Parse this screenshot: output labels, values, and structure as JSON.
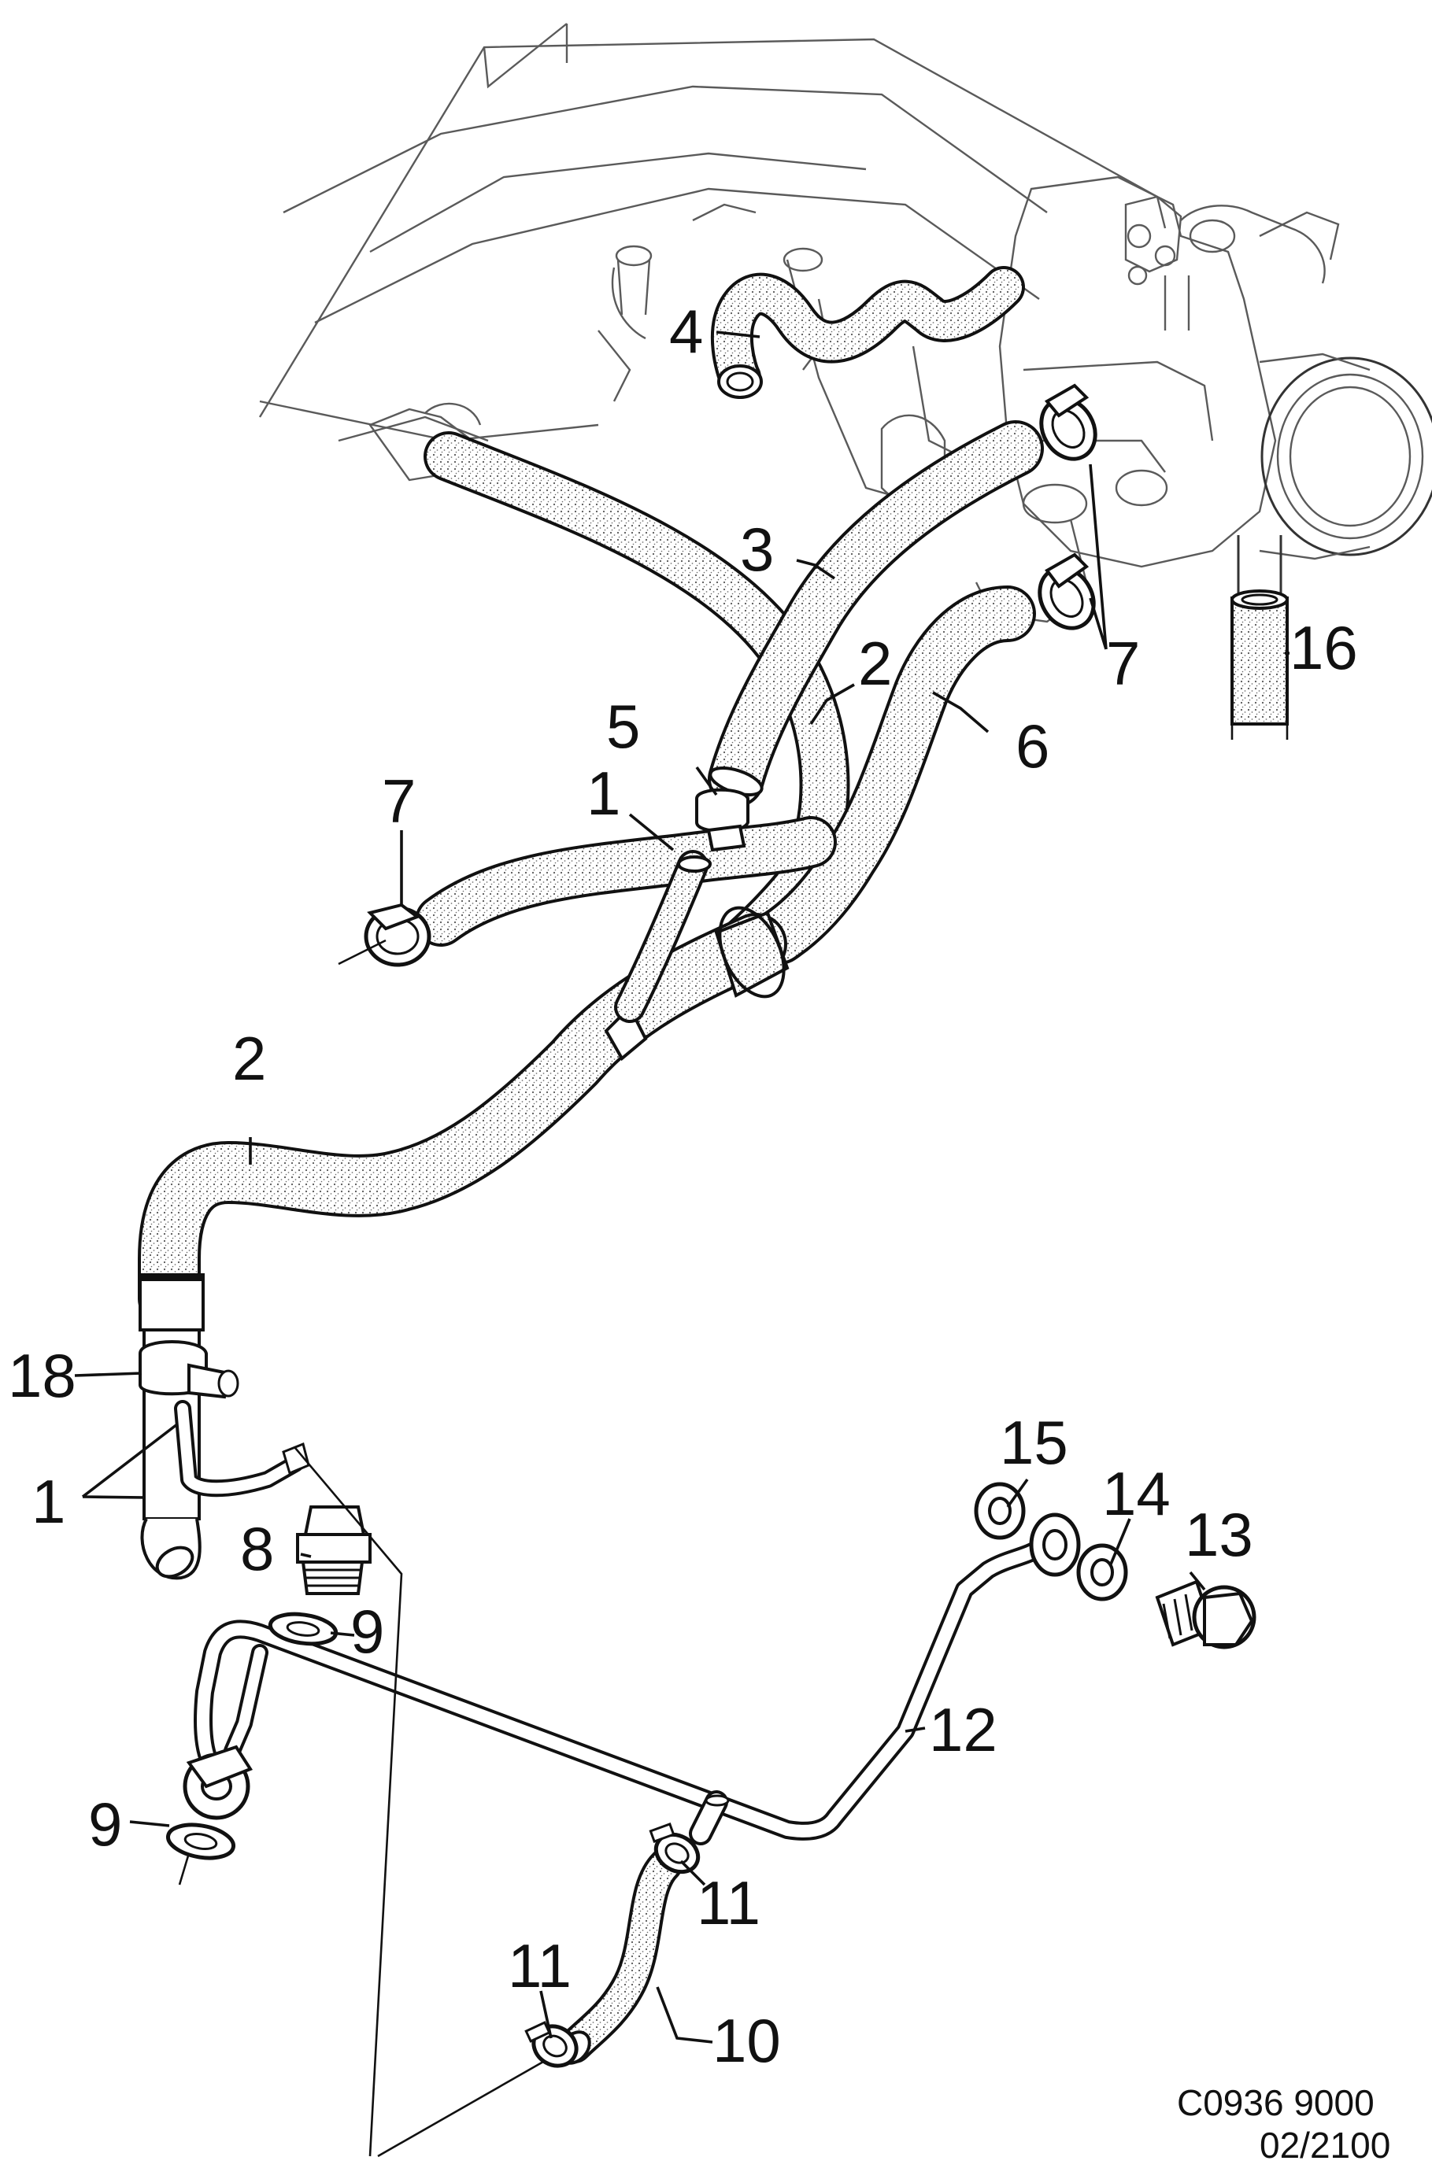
{
  "diagram": {
    "drawing_code": "C0936 9000",
    "revision": "02/2100",
    "callouts": [
      {
        "id": "c-4",
        "text": "4"
      },
      {
        "id": "c-3",
        "text": "3"
      },
      {
        "id": "c-2a",
        "text": "2"
      },
      {
        "id": "c-6",
        "text": "6"
      },
      {
        "id": "c-7a",
        "text": "7"
      },
      {
        "id": "c-16",
        "text": "16"
      },
      {
        "id": "c-5",
        "text": "5"
      },
      {
        "id": "c-1a",
        "text": "1"
      },
      {
        "id": "c-7b",
        "text": "7"
      },
      {
        "id": "c-2b",
        "text": "2"
      },
      {
        "id": "c-18",
        "text": "18"
      },
      {
        "id": "c-1b",
        "text": "1"
      },
      {
        "id": "c-15",
        "text": "15"
      },
      {
        "id": "c-14",
        "text": "14"
      },
      {
        "id": "c-13",
        "text": "13"
      },
      {
        "id": "c-8",
        "text": "8"
      },
      {
        "id": "c-9a",
        "text": "9"
      },
      {
        "id": "c-12",
        "text": "12"
      },
      {
        "id": "c-9b",
        "text": "9"
      },
      {
        "id": "c-11a",
        "text": "11"
      },
      {
        "id": "c-11b",
        "text": "11"
      },
      {
        "id": "c-10",
        "text": "10"
      }
    ]
  }
}
